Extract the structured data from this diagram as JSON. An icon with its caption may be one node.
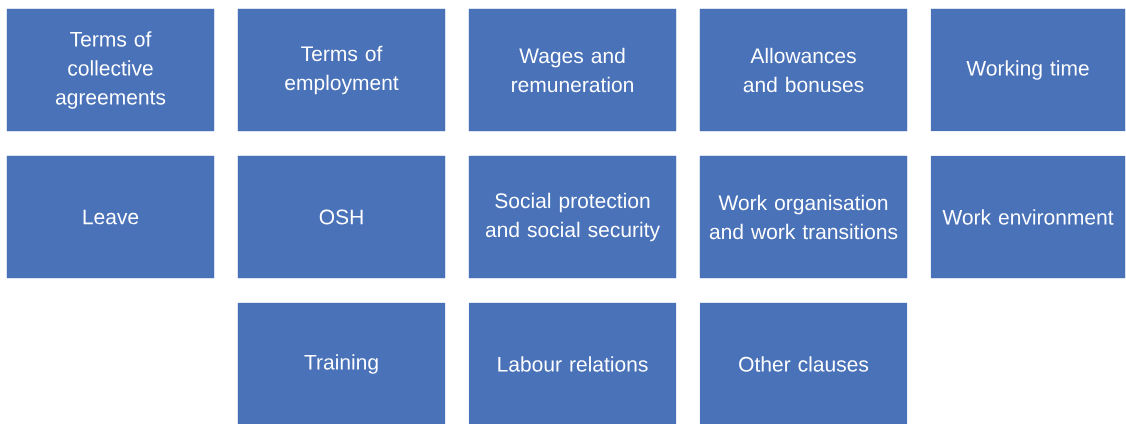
{
  "diagram": {
    "nodes": [
      {
        "text": [
          "Terms of collective agreements"
        ]
      },
      {
        "text": [
          "Terms of employment"
        ]
      },
      {
        "text": [
          "Wages and remuneration"
        ]
      },
      {
        "text": [
          "Allowances and bonuses"
        ]
      },
      {
        "text": [
          "Working time"
        ]
      },
      {
        "text": [
          "Leave"
        ]
      },
      {
        "text": [
          "OSH"
        ]
      },
      {
        "text": [
          "Social protection and social security"
        ]
      },
      {
        "text": [
          "Work organisation and work transitions"
        ]
      },
      {
        "text": [
          "Work environment"
        ]
      },
      {
        "text": [
          "Training"
        ]
      },
      {
        "text": [
          "Labour relations"
        ]
      },
      {
        "text": [
          "Other clauses"
        ]
      }
    ]
  }
}
